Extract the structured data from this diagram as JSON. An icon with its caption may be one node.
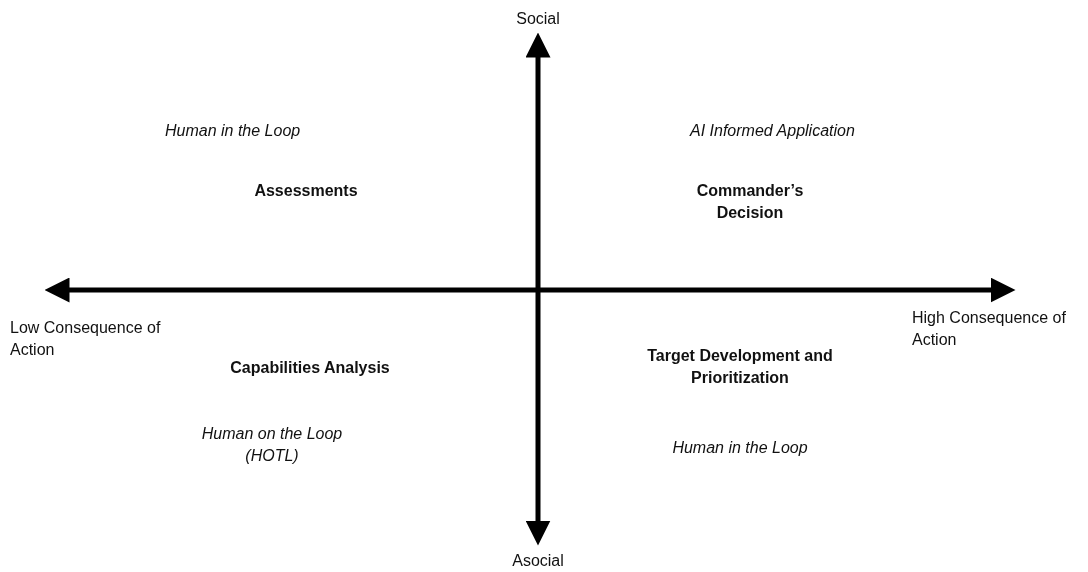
{
  "diagram": {
    "labels": [
      "Social",
      "Human in the Loop",
      "AI Informed Application",
      "Assessments",
      "Commander’s Decision",
      "Low Consequence of Action",
      "High Consequence of Action",
      "Capabilities Analysis",
      "Target Development and Prioritization",
      "Human on the Loop (HOTL)",
      "Human in the Loop",
      "Asocial"
    ]
  }
}
